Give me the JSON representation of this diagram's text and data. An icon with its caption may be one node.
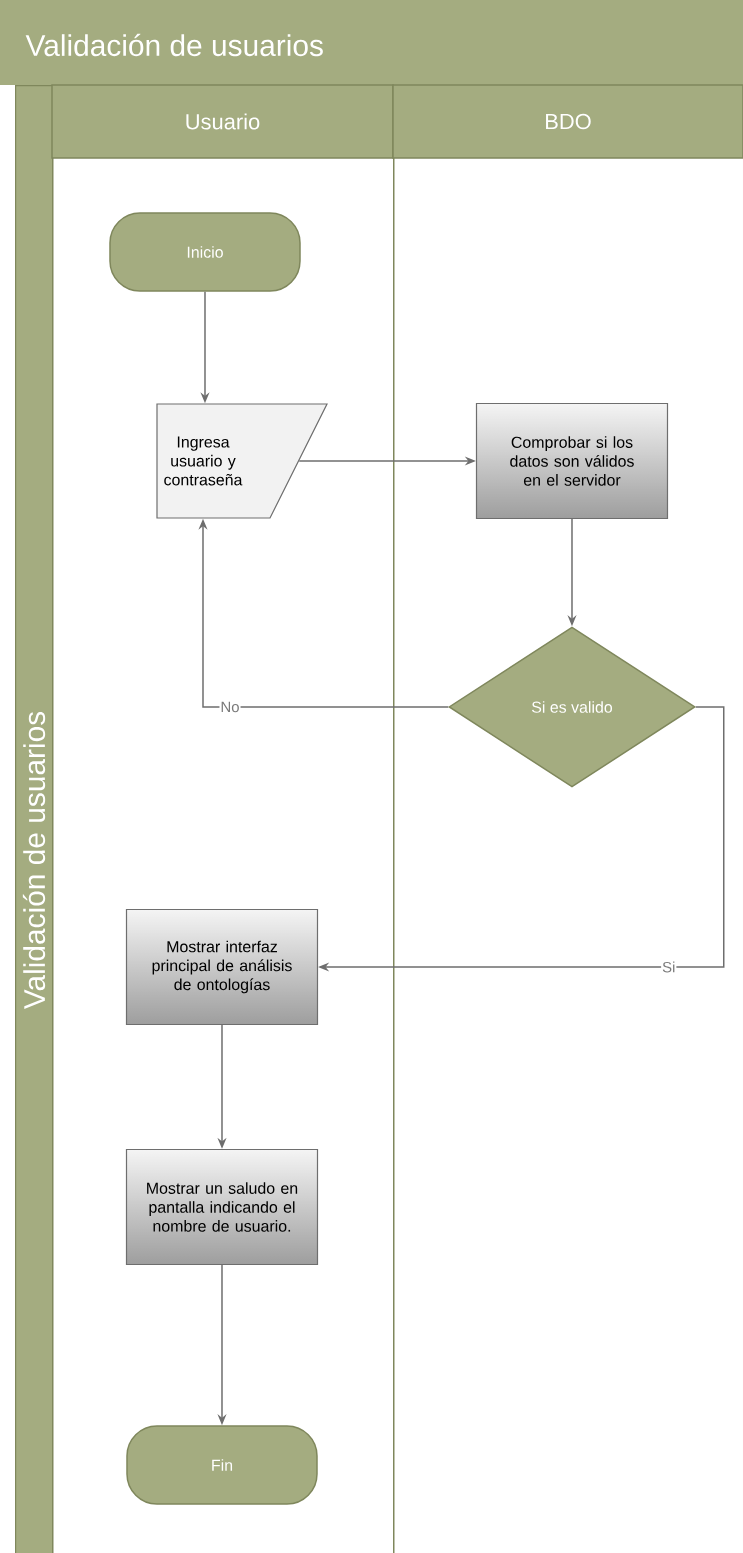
{
  "diagram": {
    "title": "Validación de usuarios",
    "nodes": [
      {
        "text": [
          "Validación de usuarios"
        ]
      },
      {
        "text": [
          "Usuario"
        ]
      },
      {
        "text": [
          "BDO"
        ]
      },
      {
        "text": [
          "Inicio"
        ],
        "in": 1
      },
      {
        "text": [
          "Ingresa usuario y contraseña"
        ],
        "in": 1
      },
      {
        "text": [
          "Comprobar si los datos son válidos en el servidor"
        ],
        "in": 2
      },
      {
        "text": [
          "Si es valido"
        ],
        "in": 2
      },
      {
        "text": [
          "Mostrar interfaz principal de análisis de ontologías"
        ],
        "in": 1
      },
      {
        "text": [
          "Mostrar un saludo en pantalla indicando el nombre de usuario."
        ],
        "in": 1
      },
      {
        "text": [
          "Fin"
        ],
        "in": 1
      }
    ],
    "edges": [
      {
        "from": 3,
        "to": 4,
        "arrow": "to"
      },
      {
        "from": 4,
        "to": 5,
        "arrow": "to"
      },
      {
        "from": 5,
        "to": 6,
        "arrow": "to"
      },
      {
        "from": 6,
        "to": 4,
        "arrow": "to",
        "label": "No"
      },
      {
        "from": 6,
        "to": 7,
        "arrow": "to",
        "label": "Si"
      },
      {
        "from": 7,
        "to": 8,
        "arrow": "to"
      },
      {
        "from": 8,
        "to": 9,
        "arrow": "to"
      }
    ]
  }
}
